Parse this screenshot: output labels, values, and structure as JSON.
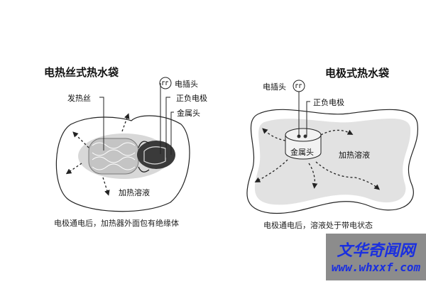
{
  "left": {
    "title": "电热丝式热水袋",
    "labels": {
      "plug": "电插头",
      "electrodes": "正负电极",
      "metal_head": "金属头",
      "wire": "发热丝",
      "solution": "加热溶液"
    },
    "caption": "电极通电后，加热器外面包有绝缘体"
  },
  "right": {
    "title": "电极式热水袋",
    "labels": {
      "plug": "电插头",
      "electrodes": "正负电极",
      "metal_head": "金属头",
      "solution": "加热溶液"
    },
    "caption": "电极通电后，溶液处于带电状态"
  },
  "watermark": {
    "name": "文华奇闻网",
    "url": "www.whxxf.com"
  }
}
